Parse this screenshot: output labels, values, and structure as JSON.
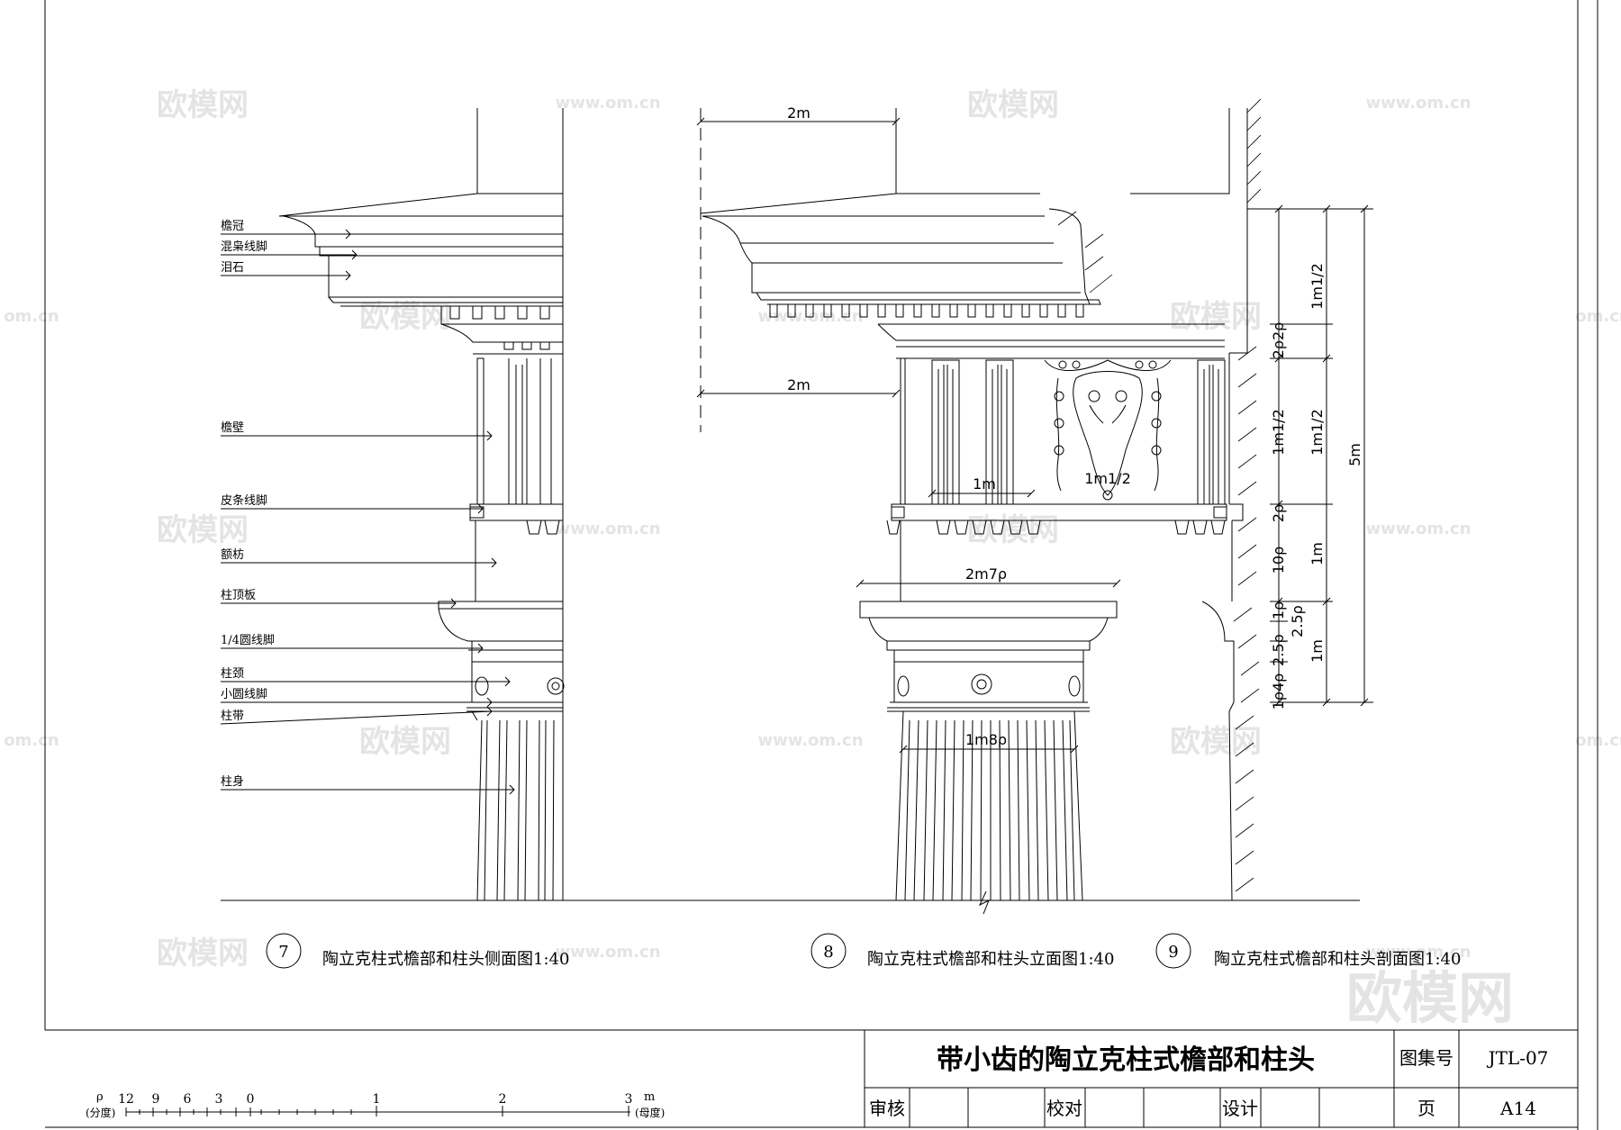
{
  "left_labels": [
    "檐冠",
    "混枭线脚",
    "泪石",
    "檐壁",
    "皮条线脚",
    "额枋",
    "柱顶板",
    "1/4圆线脚",
    "柱颈",
    "小圆线脚",
    "柱带",
    "柱身"
  ],
  "captions": [
    {
      "num": "7",
      "text": "陶立克柱式檐部和柱头侧面图1:40"
    },
    {
      "num": "8",
      "text": "陶立克柱式檐部和柱头立面图1:40"
    },
    {
      "num": "9",
      "text": "陶立克柱式檐部和柱头剖面图1:40"
    }
  ],
  "dims": {
    "top_2m": "2m",
    "frieze_2m": "2m",
    "triglyph_1m": "1m",
    "metope_1m1_2": "1m1/2",
    "abacus_2m7p": "2m7ρ",
    "neck_1m8p": "1m8ρ",
    "v_1m1_2_a": "1m1/2",
    "v_1m1_2_b": "1m1/2",
    "v_1m1_2_c": "1m1/2",
    "v_5m": "5m",
    "v_1m_a": "1m",
    "v_1m_b": "1m",
    "v_10p": "10ρ",
    "v_2p": "2ρ",
    "v_2p2p": "2ρ2ρ",
    "v_1p": "1ρ",
    "v_2_5p_a": "2.5ρ",
    "v_2_5p_b": "2.5ρ",
    "v_1p4p": "1ρ4ρ"
  },
  "title_block": {
    "title": "带小齿的陶立克柱式檐部和柱头",
    "atlas_label": "图集号",
    "atlas_no": "JTL-07",
    "review": "审核",
    "check": "校对",
    "design": "设计",
    "page_label": "页",
    "page_no": "A14"
  },
  "scale_bar": {
    "unit_left": "ρ",
    "unit_left_note": "(分度)",
    "unit_right": "m",
    "unit_right_note": "(母度)",
    "ticks": [
      "12",
      "9",
      "6",
      "3",
      "0",
      "1",
      "2",
      "3"
    ]
  },
  "watermark": {
    "brand": "欧模网",
    "url": "www.om.cn",
    "url_partial": "om.cn"
  }
}
